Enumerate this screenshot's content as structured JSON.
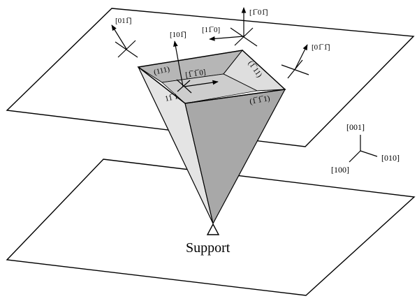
{
  "directions": {
    "top_left": "[011̅]",
    "center_upper": "[101̅]",
    "top_center": "[1̅ 01̅]",
    "lateral": "[11̅ 0]",
    "right": "[01̅ 1̅]",
    "inside": "[1̅ 1̅ 0]"
  },
  "faces": {
    "back_left": "(111)",
    "back_right": "(1̅ 11)",
    "front_right": "(1̅ 1̅ 1)",
    "front_left": "11̅ 1"
  },
  "axes": {
    "z": "[001]",
    "y": "[010]",
    "x": "[100]"
  },
  "support_label": "Support",
  "colors": {
    "line": "#000000",
    "front_right_face": "#a8a8a8",
    "front_left_face": "#e4e4e4",
    "back_left_face": "#b6b6b6",
    "back_right_face": "#dedede"
  }
}
